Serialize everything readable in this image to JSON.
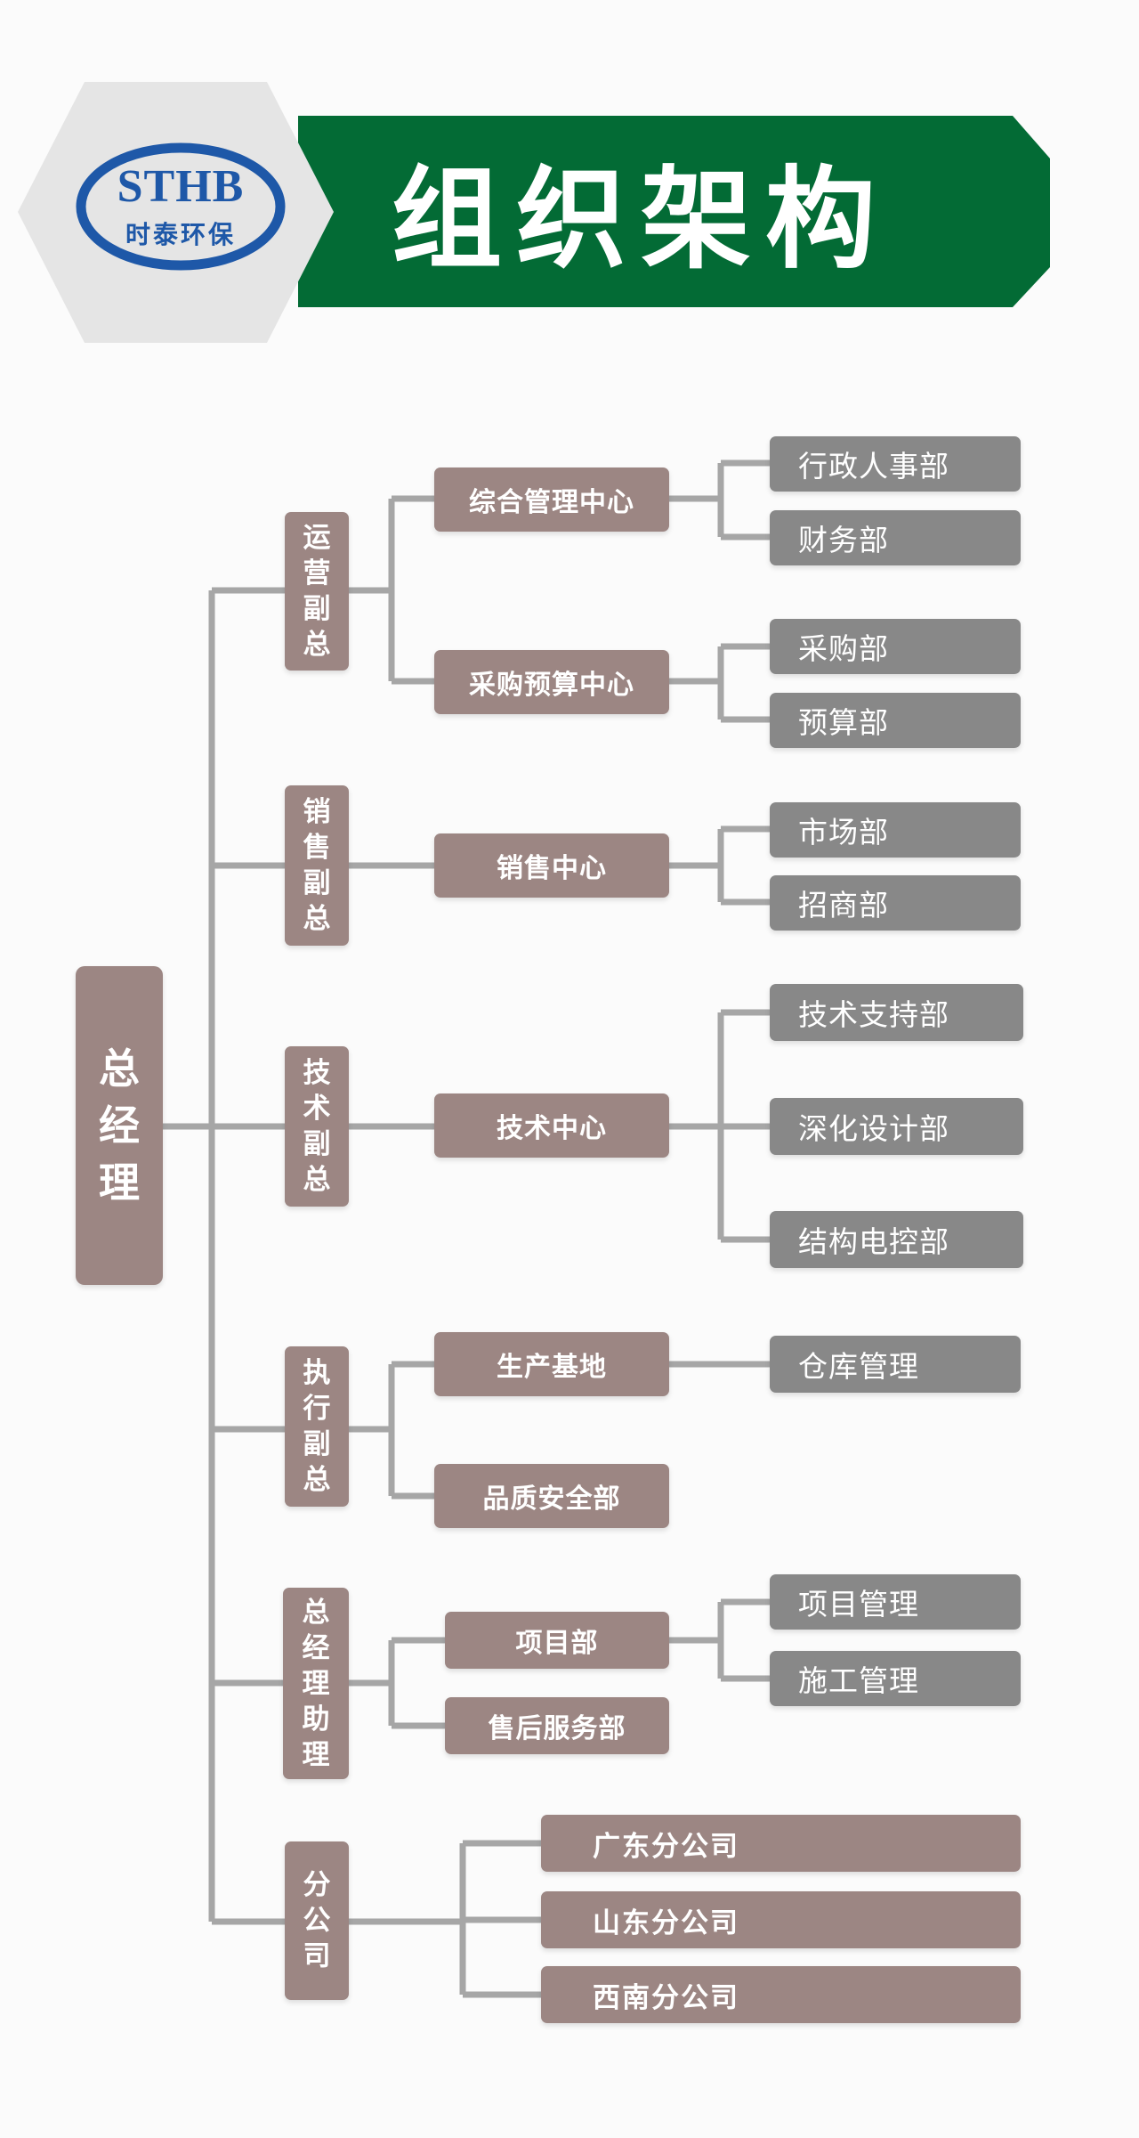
{
  "header": {
    "title": "组织架构",
    "logo_text": "STHB",
    "logo_subtext": "时泰环保",
    "colors": {
      "banner": "#036b35",
      "logo_blue": "#1e58a8",
      "hexagon": "#e5e5e5"
    }
  },
  "chart": {
    "root": "总\n经\n理",
    "divisions": [
      {
        "label": "运\n营\n副\n总",
        "centers": [
          {
            "label": "综合管理中心",
            "departments": [
              "行政人事部",
              "财务部"
            ]
          },
          {
            "label": "采购预算中心",
            "departments": [
              "采购部",
              "预算部"
            ]
          }
        ]
      },
      {
        "label": "销\n售\n副\n总",
        "centers": [
          {
            "label": "销售中心",
            "departments": [
              "市场部",
              "招商部"
            ]
          }
        ]
      },
      {
        "label": "技\n术\n副\n总",
        "centers": [
          {
            "label": "技术中心",
            "departments": [
              "技术支持部",
              "深化设计部",
              "结构电控部"
            ]
          }
        ]
      },
      {
        "label": "执\n行\n副\n总",
        "centers": [
          {
            "label": "生产基地",
            "departments": [
              "仓库管理"
            ]
          },
          {
            "label": "品质安全部",
            "departments": []
          }
        ]
      },
      {
        "label": "总\n经\n理\n助\n理",
        "centers": [
          {
            "label": "项目部",
            "departments": [
              "项目管理",
              "施工管理"
            ]
          },
          {
            "label": "售后服务部",
            "departments": []
          }
        ]
      },
      {
        "label": "分\n公\n司",
        "centers": [],
        "branches": [
          "广东分公司",
          "山东分公司",
          "西南分公司"
        ]
      }
    ],
    "colors": {
      "box_brown": "#9c8683",
      "box_gray": "#888888",
      "connector": "#a6a6a6"
    }
  }
}
